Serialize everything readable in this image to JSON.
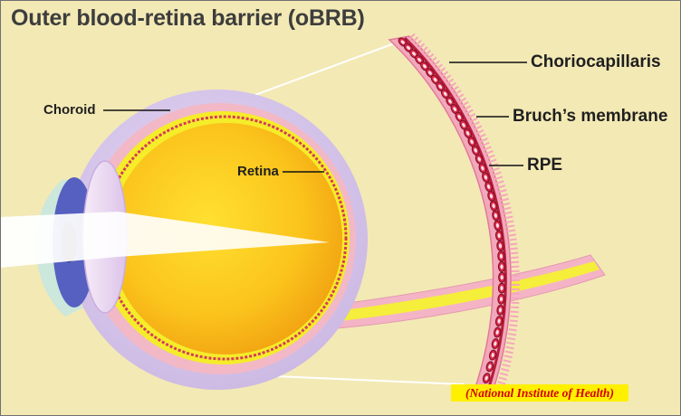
{
  "title": "Outer blood-retina barrier (oBRB)",
  "labels": {
    "choroid": "Choroid",
    "retina": "Retina",
    "choriocapillaris": "Choriocapillaris",
    "bruchs_membrane": "Bruch’s membrane",
    "rpe": "RPE"
  },
  "credit": "(National Institute of Health)",
  "colors": {
    "background": "#f3e9b5",
    "sclera": "#d8c8ec",
    "choroid": "#f2b8c6",
    "retina": "#f5ec2a",
    "vitreous": "#f9bd1a",
    "lens": "#eed8f2",
    "iris": "#5660c0",
    "vessel": "#d8284a",
    "credit_bg": "#fff000",
    "credit_text": "#d40000"
  }
}
